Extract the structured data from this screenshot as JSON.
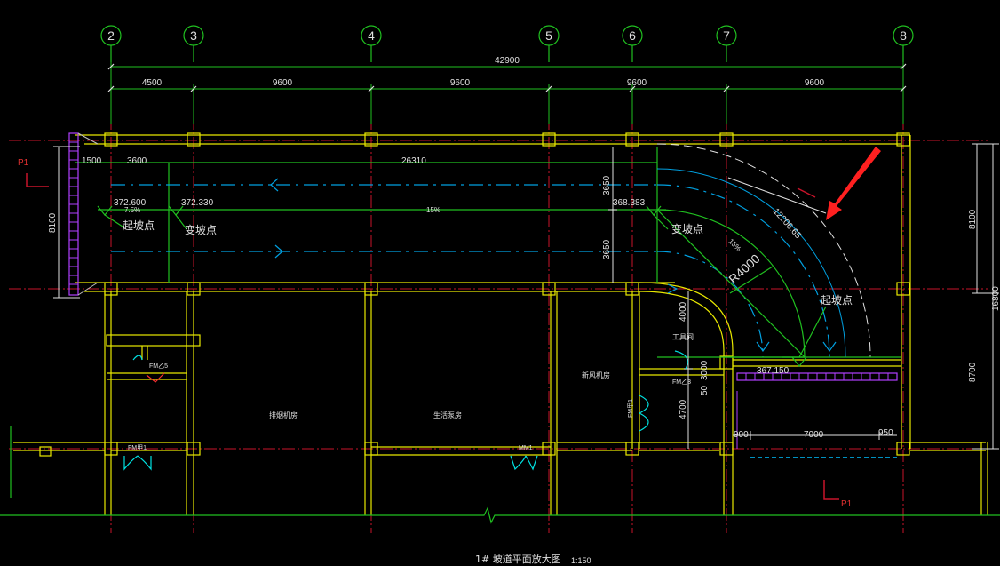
{
  "axes": [
    "2",
    "3",
    "4",
    "5",
    "6",
    "7",
    "8"
  ],
  "dims_top": {
    "overall": "42900",
    "spans": [
      "4500",
      "9600",
      "9600",
      "9600",
      "9600"
    ]
  },
  "dims_ramp": {
    "d1500": "1500",
    "d3600": "3600",
    "d26310": "26310",
    "d3650a": "3650",
    "d3650b": "3650",
    "d8100_left": "8100",
    "d8100_right": "8100",
    "d16800": "16800",
    "d8700": "8700",
    "d12206": "12206.65",
    "r4000": "R4000",
    "d4000": "4000",
    "d4700": "4700",
    "d3000": "3000",
    "d500": "50",
    "d900": "900",
    "d7000": "7000",
    "d950": "950"
  },
  "elevations": {
    "e1": "372.600",
    "e2": "372.330",
    "e3": "368.383",
    "e4": "367.150"
  },
  "slopes": {
    "s1": "7.5%",
    "s2": "15%",
    "s3": "15%"
  },
  "ramp_points": {
    "start_left": "起坡点",
    "change_left": "变坡点",
    "change_right": "变坡点",
    "start_right": "起坡点"
  },
  "section_marks": {
    "p1_left": "P1",
    "p1_right": "P1"
  },
  "rooms": {
    "smoke": "排烟机房",
    "water": "生活泵房",
    "fresh_air": "新风机房",
    "tool": "工具间"
  },
  "doors": {
    "fm1": "FM乙5",
    "fm2": "FM甲1",
    "mm1": "MM1",
    "fm3": "FM甲1",
    "fm4": "FM乙3"
  },
  "title": {
    "main": "1# 坡道平面放大图",
    "scale": "1:150"
  },
  "colors": {
    "axis_line": "#c8142a",
    "wall": "#e8e800",
    "dimension": "#e0e0e0",
    "ramp": "#20c020",
    "arc": "#00a0e0",
    "drain": "#b040ff",
    "arrow": "#ff2020"
  }
}
